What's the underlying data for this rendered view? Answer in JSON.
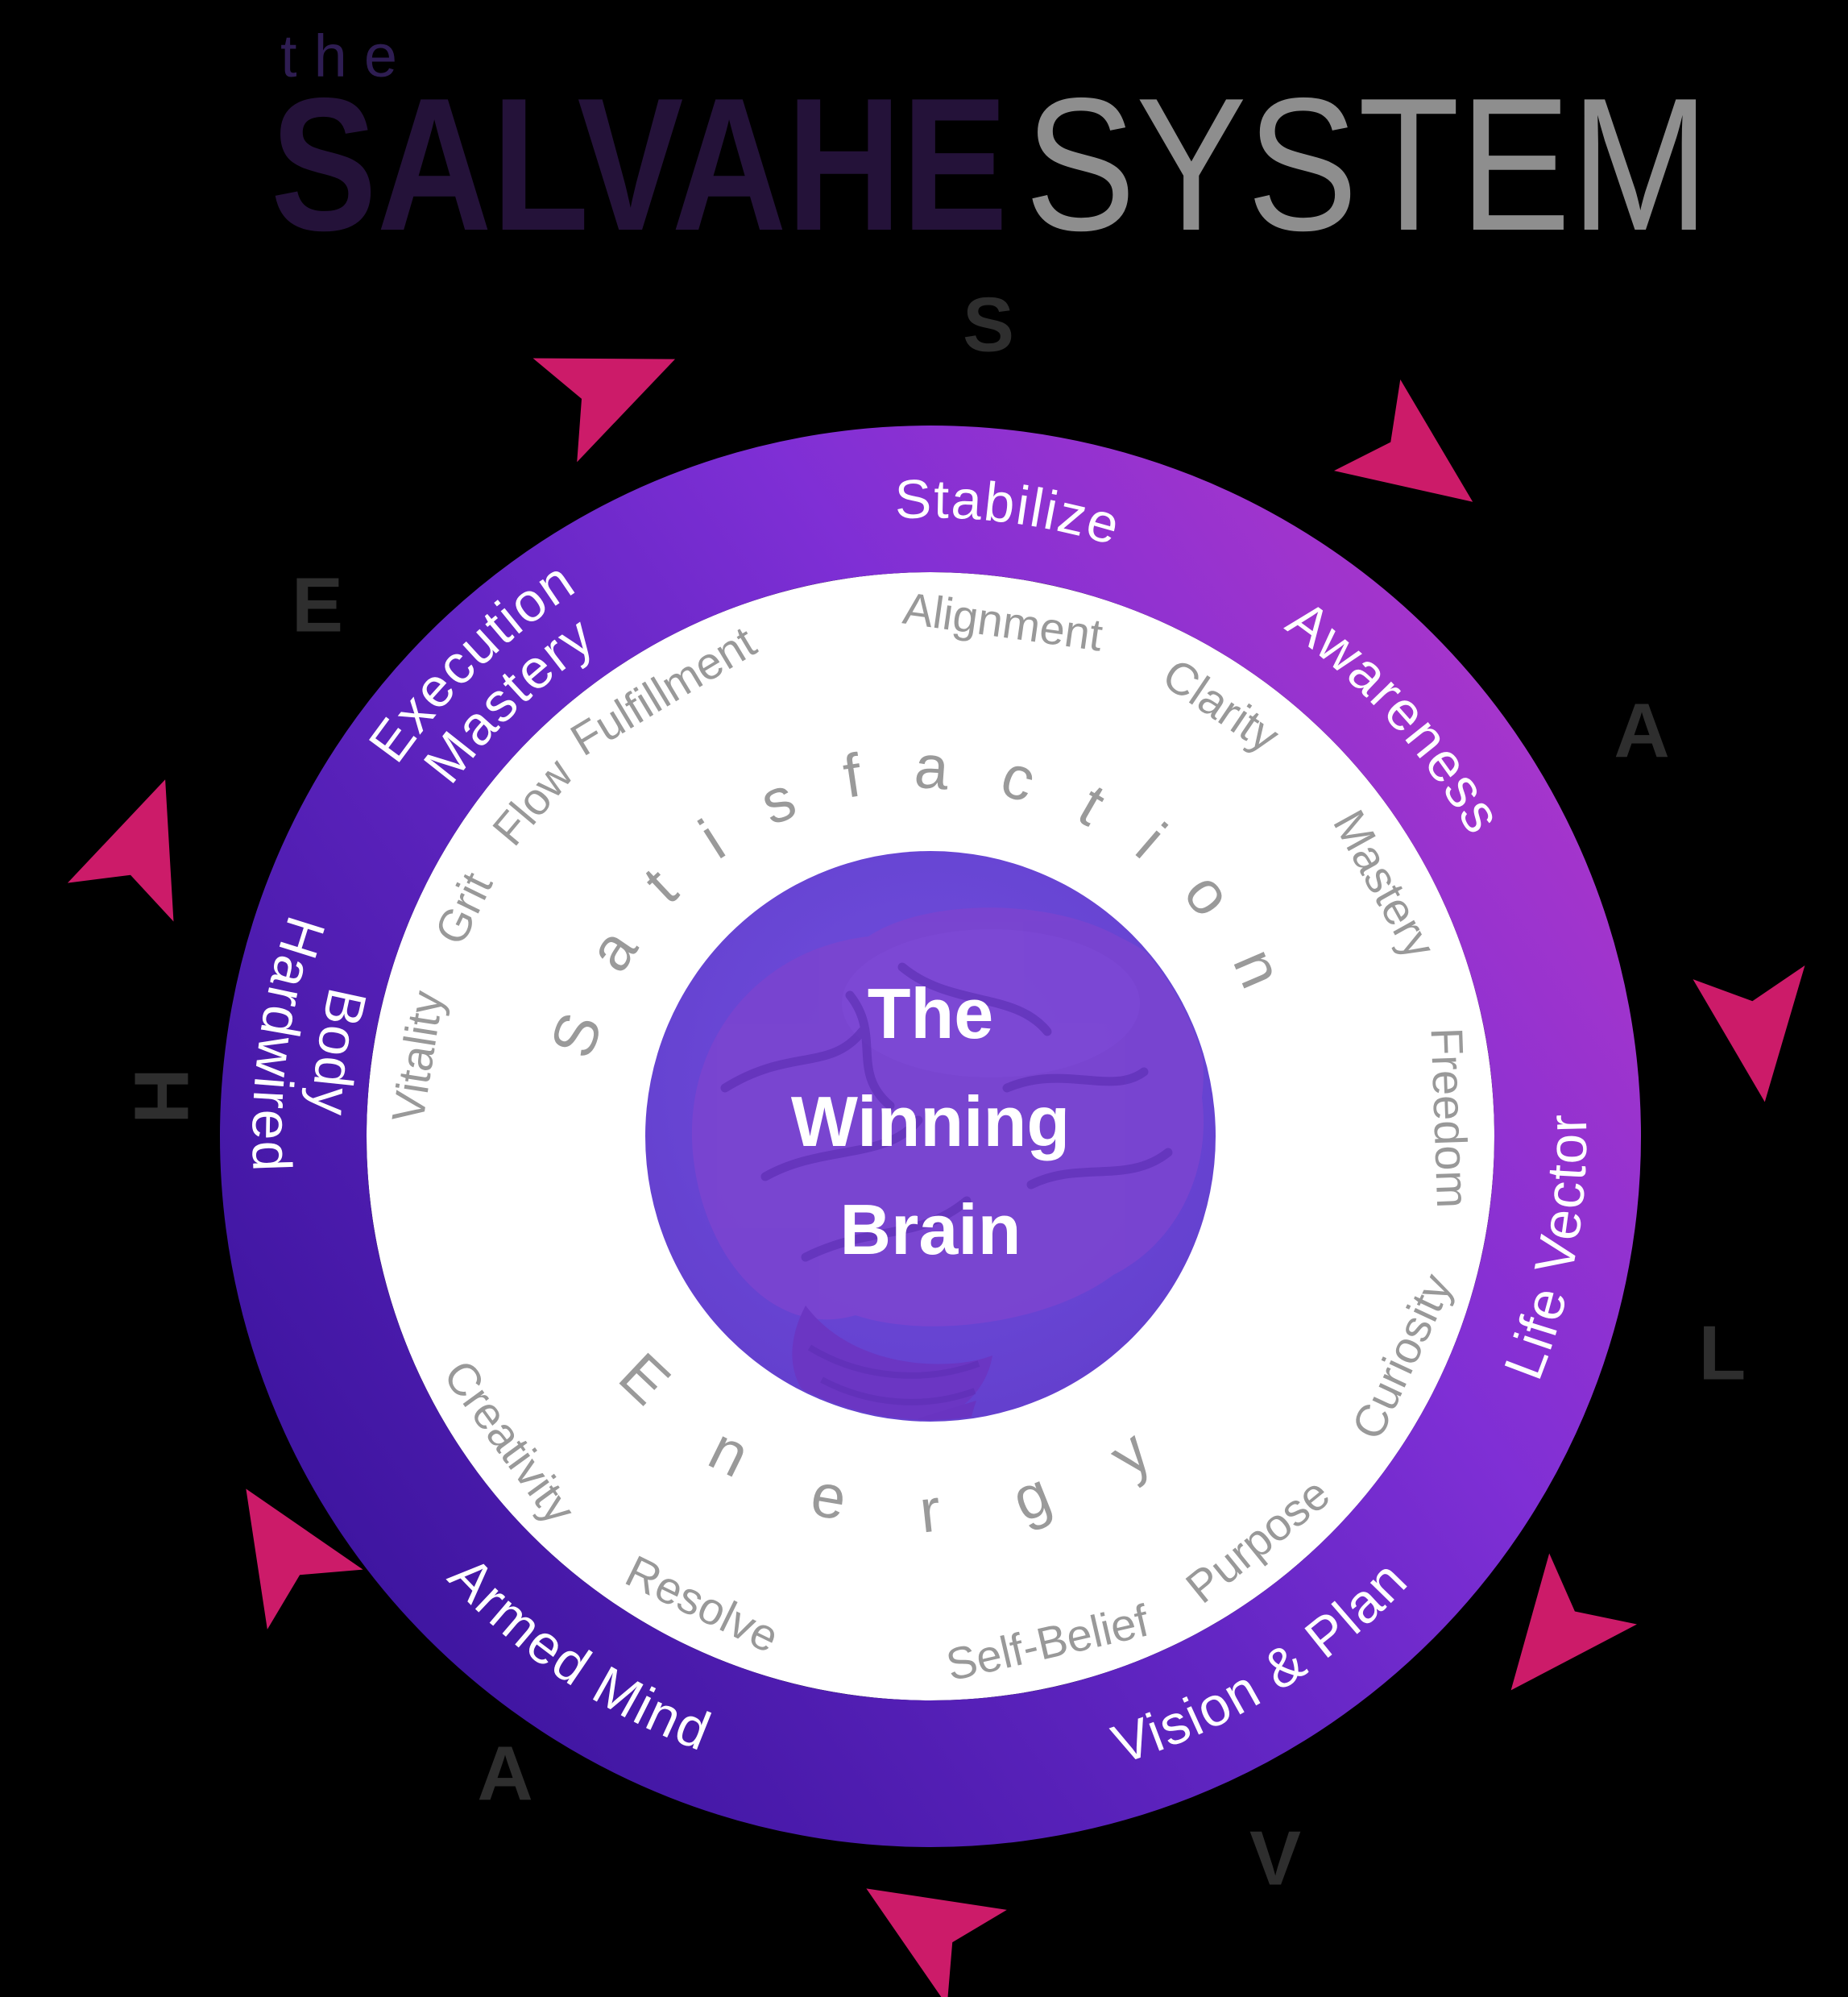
{
  "title": {
    "the": "the",
    "brand": "SALVAHE",
    "system": "SYSTEM"
  },
  "wheel": {
    "center": {
      "line1": "The",
      "line2": "Winning",
      "line3": "Brain"
    },
    "arc_top": "Satisfaction",
    "arc_bottom": "Energy",
    "segments": {
      "stabilize": "Stabilize",
      "awareness": "Awareness",
      "life_vector": "Life Vector",
      "vision_plan": "Vision & Plan",
      "armed_mind": "Armed Mind",
      "hardwired_1": "Hardwired",
      "hardwired_2": "Body",
      "execution_1": "Execution",
      "execution_2": "Mastery"
    },
    "inner_words": [
      "Alignment",
      "Clarity",
      "Mastery",
      "Freedom",
      "Curiosity",
      "Purpose",
      "Self-Belief",
      "Resolve",
      "Creativity",
      "Vitality",
      "Grit",
      "Flow",
      "Fulfillment"
    ],
    "ring_letters": [
      "S",
      "A",
      "L",
      "V",
      "A",
      "H",
      "E"
    ]
  },
  "colors": {
    "background": "#000000",
    "ring_gradient_start": "#38129A",
    "ring_gradient_mid1": "#6326C4",
    "ring_gradient_mid2": "#7F2FD5",
    "ring_gradient_end": "#B237C8",
    "white_ring": "#FFFFFF",
    "center_circle": "#6B46D8",
    "brain": "#7A45D0",
    "arrow_pink": "#CC1B69",
    "gray_words": "#999999",
    "outer_letters": "#2E2E2E",
    "title_dark": "#241239",
    "title_gray": "#8E8E8E"
  }
}
